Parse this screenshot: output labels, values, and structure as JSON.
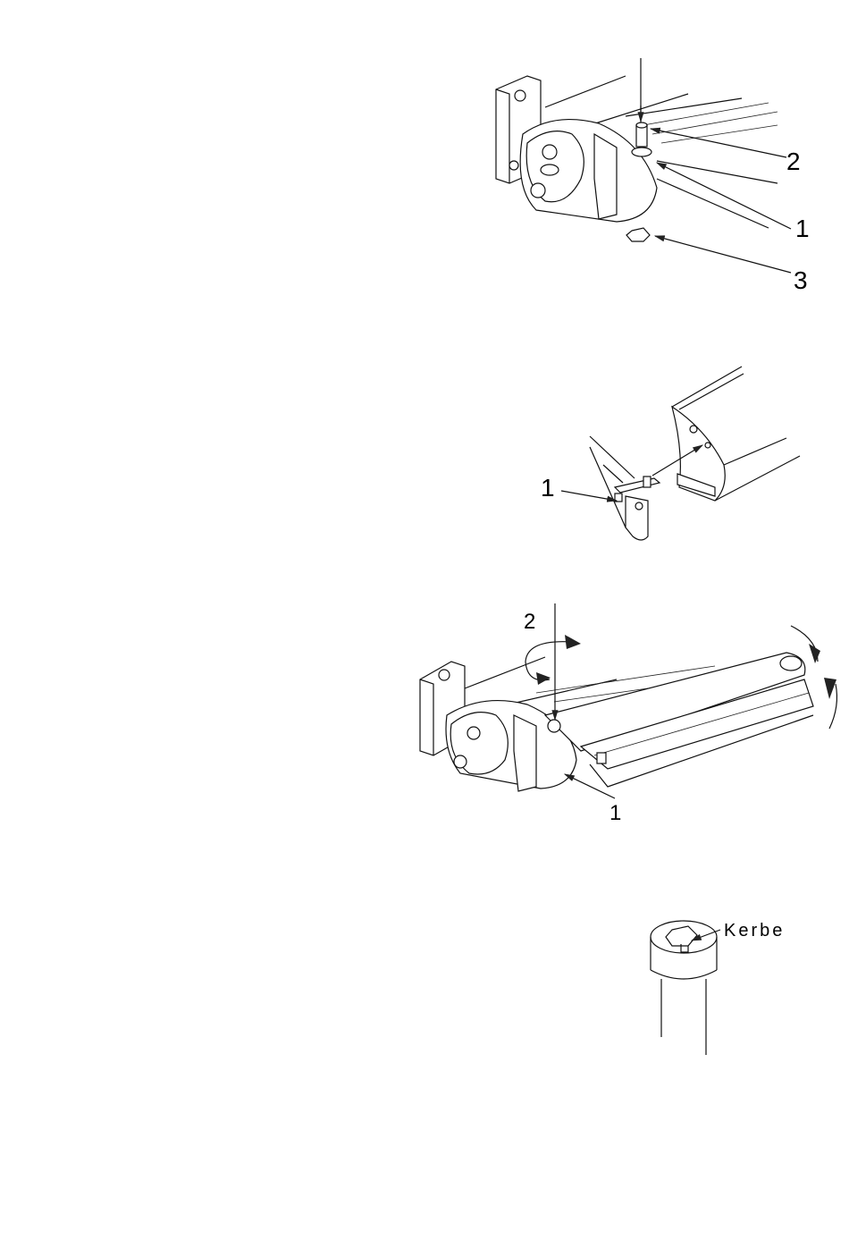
{
  "figure1": {
    "callouts": [
      "2",
      "1",
      "3"
    ]
  },
  "figure2": {
    "callouts": [
      "1"
    ]
  },
  "figure3": {
    "callouts": [
      "2",
      "1"
    ]
  },
  "figure4": {
    "label": "Kerbe"
  },
  "colors": {
    "line": "#111111",
    "background": "#ffffff",
    "arrow": "#222222"
  }
}
